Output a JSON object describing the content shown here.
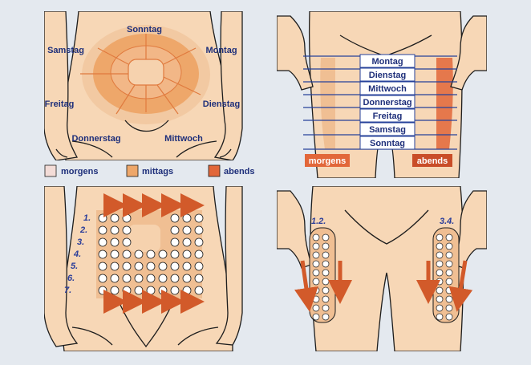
{
  "colors": {
    "background": "#e4e9ef",
    "skin": "#f7d7b6",
    "skin_dark": "#f0bf93",
    "morgens": "#f3dcd7",
    "mittags": "#eea76a",
    "abends": "#e2673a",
    "label_blue": "#1e2f7a",
    "arrow": "#d25a2a",
    "line_blue": "#26419a"
  },
  "panel_abdomen_days": {
    "labels": [
      "Sonntag",
      "Montag",
      "Dienstag",
      "Mittwoch",
      "Donnerstag",
      "Freitag",
      "Samstag"
    ]
  },
  "legend": {
    "items": [
      {
        "label": "morgens",
        "color": "#f3dcd7"
      },
      {
        "label": "mittags",
        "color": "#eea76a"
      },
      {
        "label": "abends",
        "color": "#e2673a"
      }
    ]
  },
  "panel_thigh_days": {
    "rows": [
      "Montag",
      "Dienstag",
      "Mittwoch",
      "Donnerstag",
      "Freitag",
      "Samstag",
      "Sonntag"
    ],
    "left_tag": "morgens",
    "right_tag": "abends"
  },
  "panel_abdomen_grid": {
    "row_numbers": [
      "1.",
      "2.",
      "3.",
      "4.",
      "5.",
      "6.",
      "7."
    ]
  },
  "panel_thigh_grid": {
    "left_label": "1.2.",
    "right_label": "3.4."
  }
}
